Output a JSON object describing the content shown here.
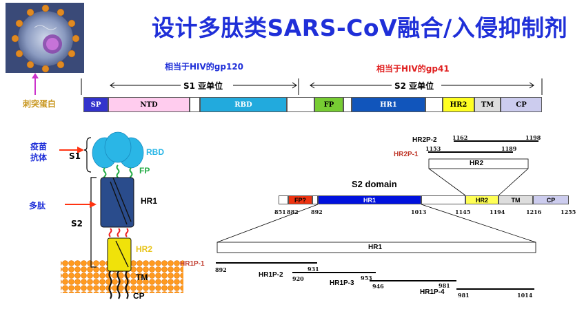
{
  "title": "设计多肽类SARS-CoV融合/入侵抑制剂",
  "virus_image_label": "刺突蛋白",
  "top_bar": {
    "s1_equivalent": "相当于HIV的gp120",
    "s2_equivalent": "相当于HIV的gp41",
    "s1_label": "S1 亚单位",
    "s2_label": "S2 亚单位",
    "segments": [
      {
        "label": "SP",
        "color": "#3333cc",
        "text_color": "#ffffff"
      },
      {
        "label": "NTD",
        "color": "#ffccee",
        "text_color": "#000000"
      },
      {
        "label": "",
        "color": "#ffffff",
        "text_color": "#000000"
      },
      {
        "label": "RBD",
        "color": "#22aadd",
        "text_color": "#ffffff"
      },
      {
        "label": "",
        "color": "#ffffff",
        "text_color": "#000000"
      },
      {
        "label": "FP",
        "color": "#77cc33",
        "text_color": "#000000"
      },
      {
        "label": "",
        "color": "#ffffff",
        "text_color": "#000000"
      },
      {
        "label": "HR1",
        "color": "#1155bb",
        "text_color": "#ffffff"
      },
      {
        "label": "",
        "color": "#ffffff",
        "text_color": "#000000"
      },
      {
        "label": "HR2",
        "color": "#ffff22",
        "text_color": "#000000"
      },
      {
        "label": "TM",
        "color": "#dddddd",
        "text_color": "#000000"
      },
      {
        "label": "CP",
        "color": "#ccccee",
        "text_color": "#000000"
      }
    ]
  },
  "left_model": {
    "vaccine_antibody_label": "疫苗\n抗体",
    "peptide_label": "多肽",
    "s1": "S1",
    "s2": "S2",
    "rbd": "RBD",
    "fp": "FP",
    "hr1": "HR1",
    "hr2": "HR2",
    "tm": "TM",
    "cp": "CP"
  },
  "s2_domain": {
    "title": "S2 domain",
    "segments": [
      {
        "label": "",
        "color": "#ffffff"
      },
      {
        "label": "FP?",
        "color": "#ee3311"
      },
      {
        "label": "",
        "color": "#ffffff"
      },
      {
        "label": "HR1",
        "color": "#0011dd"
      },
      {
        "label": "",
        "color": "#ffffff"
      },
      {
        "label": "HR2",
        "color": "#ffff55"
      },
      {
        "label": "TM",
        "color": "#dddddd"
      },
      {
        "label": "CP",
        "color": "#ccccee"
      }
    ],
    "positions": [
      "851",
      "882",
      "892",
      "1013",
      "1145",
      "1194",
      "1216",
      "1255"
    ],
    "hr2_zoom_label": "HR2",
    "hr1_zoom_label": "HR1"
  },
  "hr2_peptides": [
    {
      "name": "HR2P-2",
      "start": "1162",
      "end": "1198",
      "color": "#000000"
    },
    {
      "name": "HR2P-1",
      "start": "1153",
      "end": "1189",
      "color": "#c0392b"
    }
  ],
  "hr1_peptides": [
    {
      "name": "HR1P-1",
      "start": "892",
      "end": "931",
      "color": "#c0392b"
    },
    {
      "name": "HR1P-2",
      "start": "920",
      "end": "953",
      "color": "#000000"
    },
    {
      "name": "HR1P-3",
      "start": "946",
      "end": "981",
      "color": "#000000"
    },
    {
      "name": "HR1P-4",
      "start": "981",
      "end": "1014",
      "color": "#000000"
    }
  ]
}
